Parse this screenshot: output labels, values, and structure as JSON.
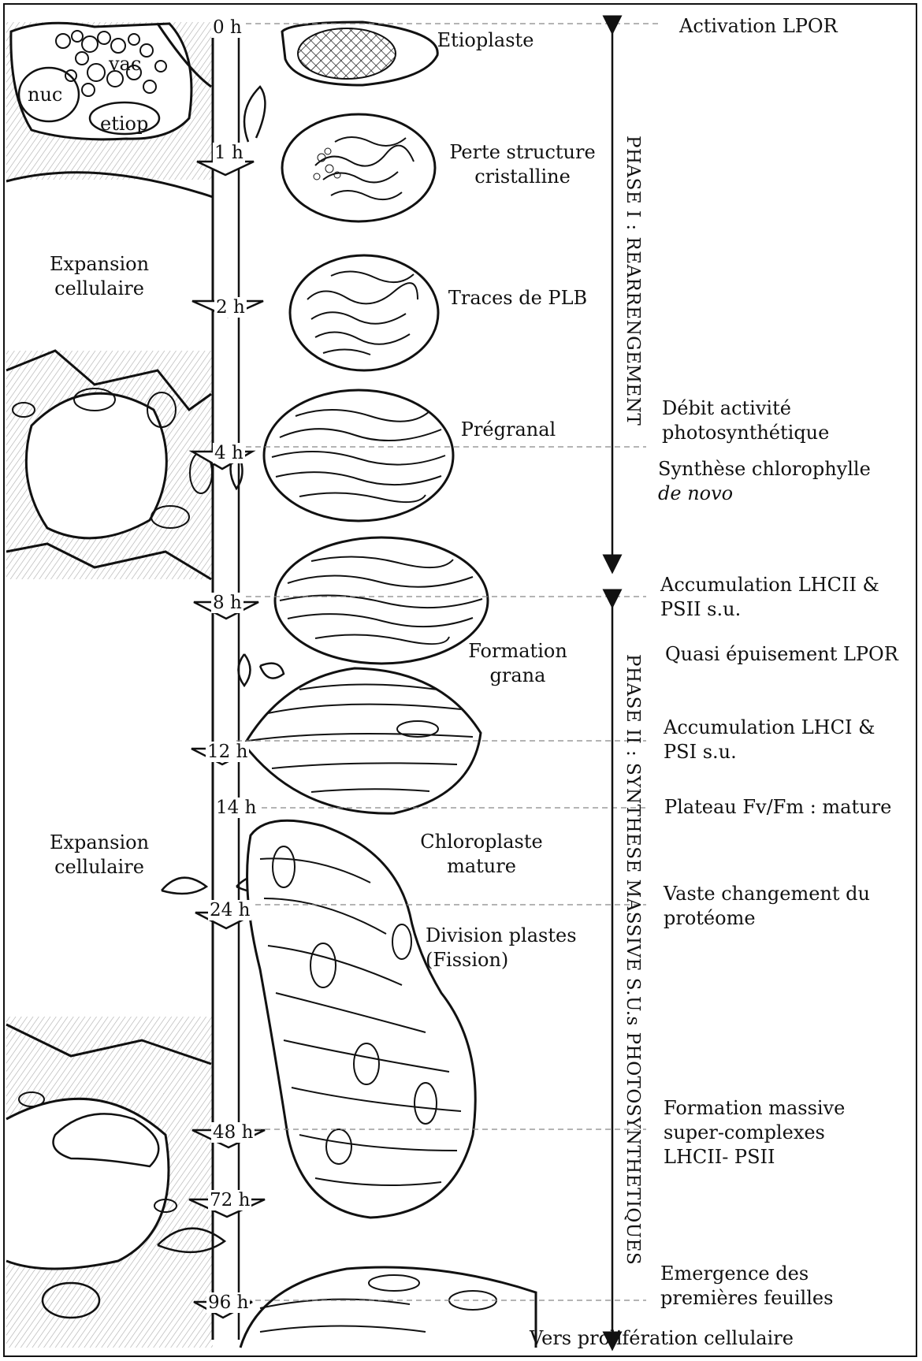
{
  "cell_labels": {
    "vac": "vac",
    "nuc": "nuc",
    "etiop": "etiop"
  },
  "left_labels": {
    "expansion_top": [
      "Expansion",
      "cellulaire"
    ],
    "expansion_bottom": [
      "Expansion",
      "cellulaire"
    ]
  },
  "time_ticks": [
    "0 h",
    "1 h",
    "2 h",
    "4 h",
    "8 h",
    "12 h",
    "14 h",
    "24 h",
    "48 h",
    "72 h",
    "96 h"
  ],
  "plastid_labels": {
    "etioplaste": [
      "Etioplaste"
    ],
    "perte": [
      "Perte structure",
      "cristalline"
    ],
    "traces": [
      "Traces de PLB"
    ],
    "pregranal": [
      "Prégranal"
    ],
    "formation_grana": [
      "Formation",
      "grana"
    ],
    "chloroplaste": [
      "Chloroplaste",
      "mature"
    ],
    "division": [
      "Division plastes",
      "(Fission)"
    ]
  },
  "events": {
    "activation": [
      "Activation LPOR"
    ],
    "debit": [
      "Débit activité",
      "photosynthétique"
    ],
    "synthese": [
      "Synthèse chlorophylle",
      "de novo"
    ],
    "accum_lhcii": [
      "Accumulation LHCII &",
      "PSII s.u."
    ],
    "quasi": [
      "Quasi épuisement LPOR"
    ],
    "accum_lhci": [
      "Accumulation LHCI &",
      "PSI s.u."
    ],
    "plateau": [
      "Plateau Fv/Fm : mature"
    ],
    "vaste": [
      "Vaste changement du",
      "protéome"
    ],
    "formation_massive": [
      "Formation massive",
      "super-complexes",
      "LHCII- PSII"
    ],
    "emergence": [
      "Emergence des",
      "premières feuilles"
    ],
    "vers": [
      "Vers prolifération cellulaire"
    ]
  },
  "phases": {
    "phase1": "PHASE I : REARRENGEMENT",
    "phase2": "PHASE II : SYNTHESE MASSIVE S.U.s PHOTOSYNTHETIQUES"
  }
}
